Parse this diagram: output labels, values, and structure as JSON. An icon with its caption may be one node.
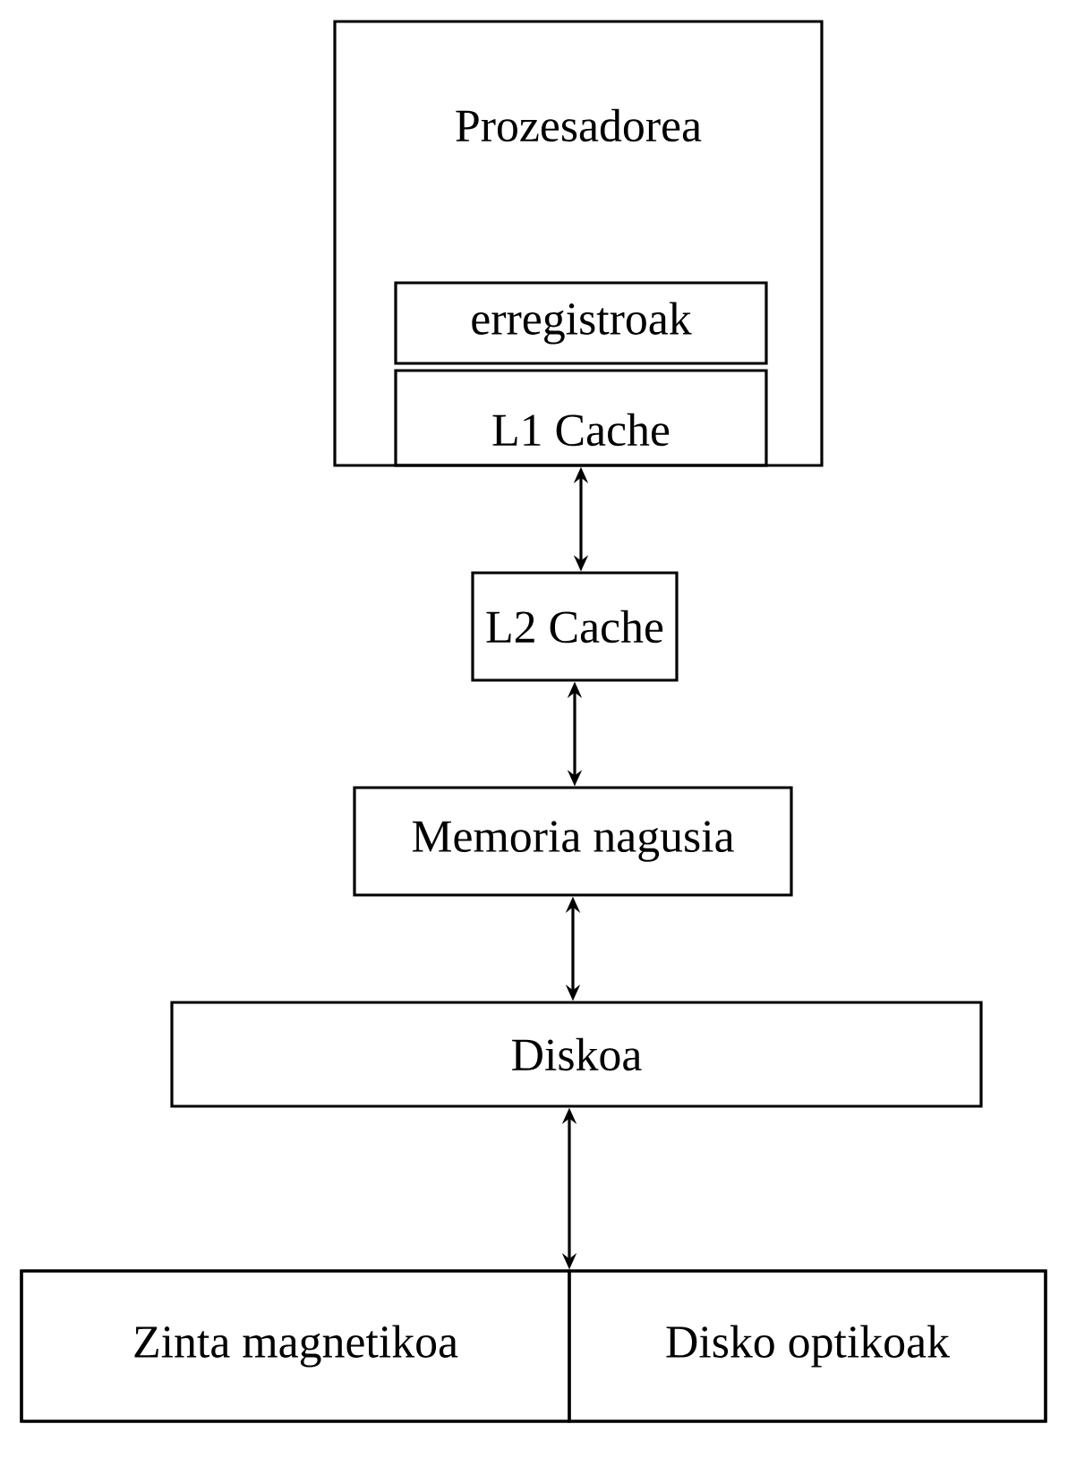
{
  "diagram": {
    "nodes": [
      {
        "text": [
          "Prozesadorea"
        ]
      },
      {
        "text": [
          "erregistroak"
        ],
        "in": 0
      },
      {
        "text": [
          "L1 Cache"
        ],
        "in": 0
      },
      {
        "text": [
          "L2 Cache"
        ]
      },
      {
        "text": [
          "Memoria nagusia"
        ]
      },
      {
        "text": [
          "Diskoa"
        ]
      },
      {
        "text": [],
        "shape": "box"
      },
      {
        "text": [
          "Zinta magnetikoa"
        ],
        "in": 6
      },
      {
        "text": [
          "Disko optikoak"
        ],
        "in": 6
      }
    ],
    "edges": [
      {
        "from": 2,
        "to": 3,
        "arrow": "both"
      },
      {
        "from": 3,
        "to": 4,
        "arrow": "both"
      },
      {
        "from": 4,
        "to": 5,
        "arrow": "both"
      },
      {
        "from": 5,
        "to": 6,
        "arrow": "both"
      }
    ]
  }
}
